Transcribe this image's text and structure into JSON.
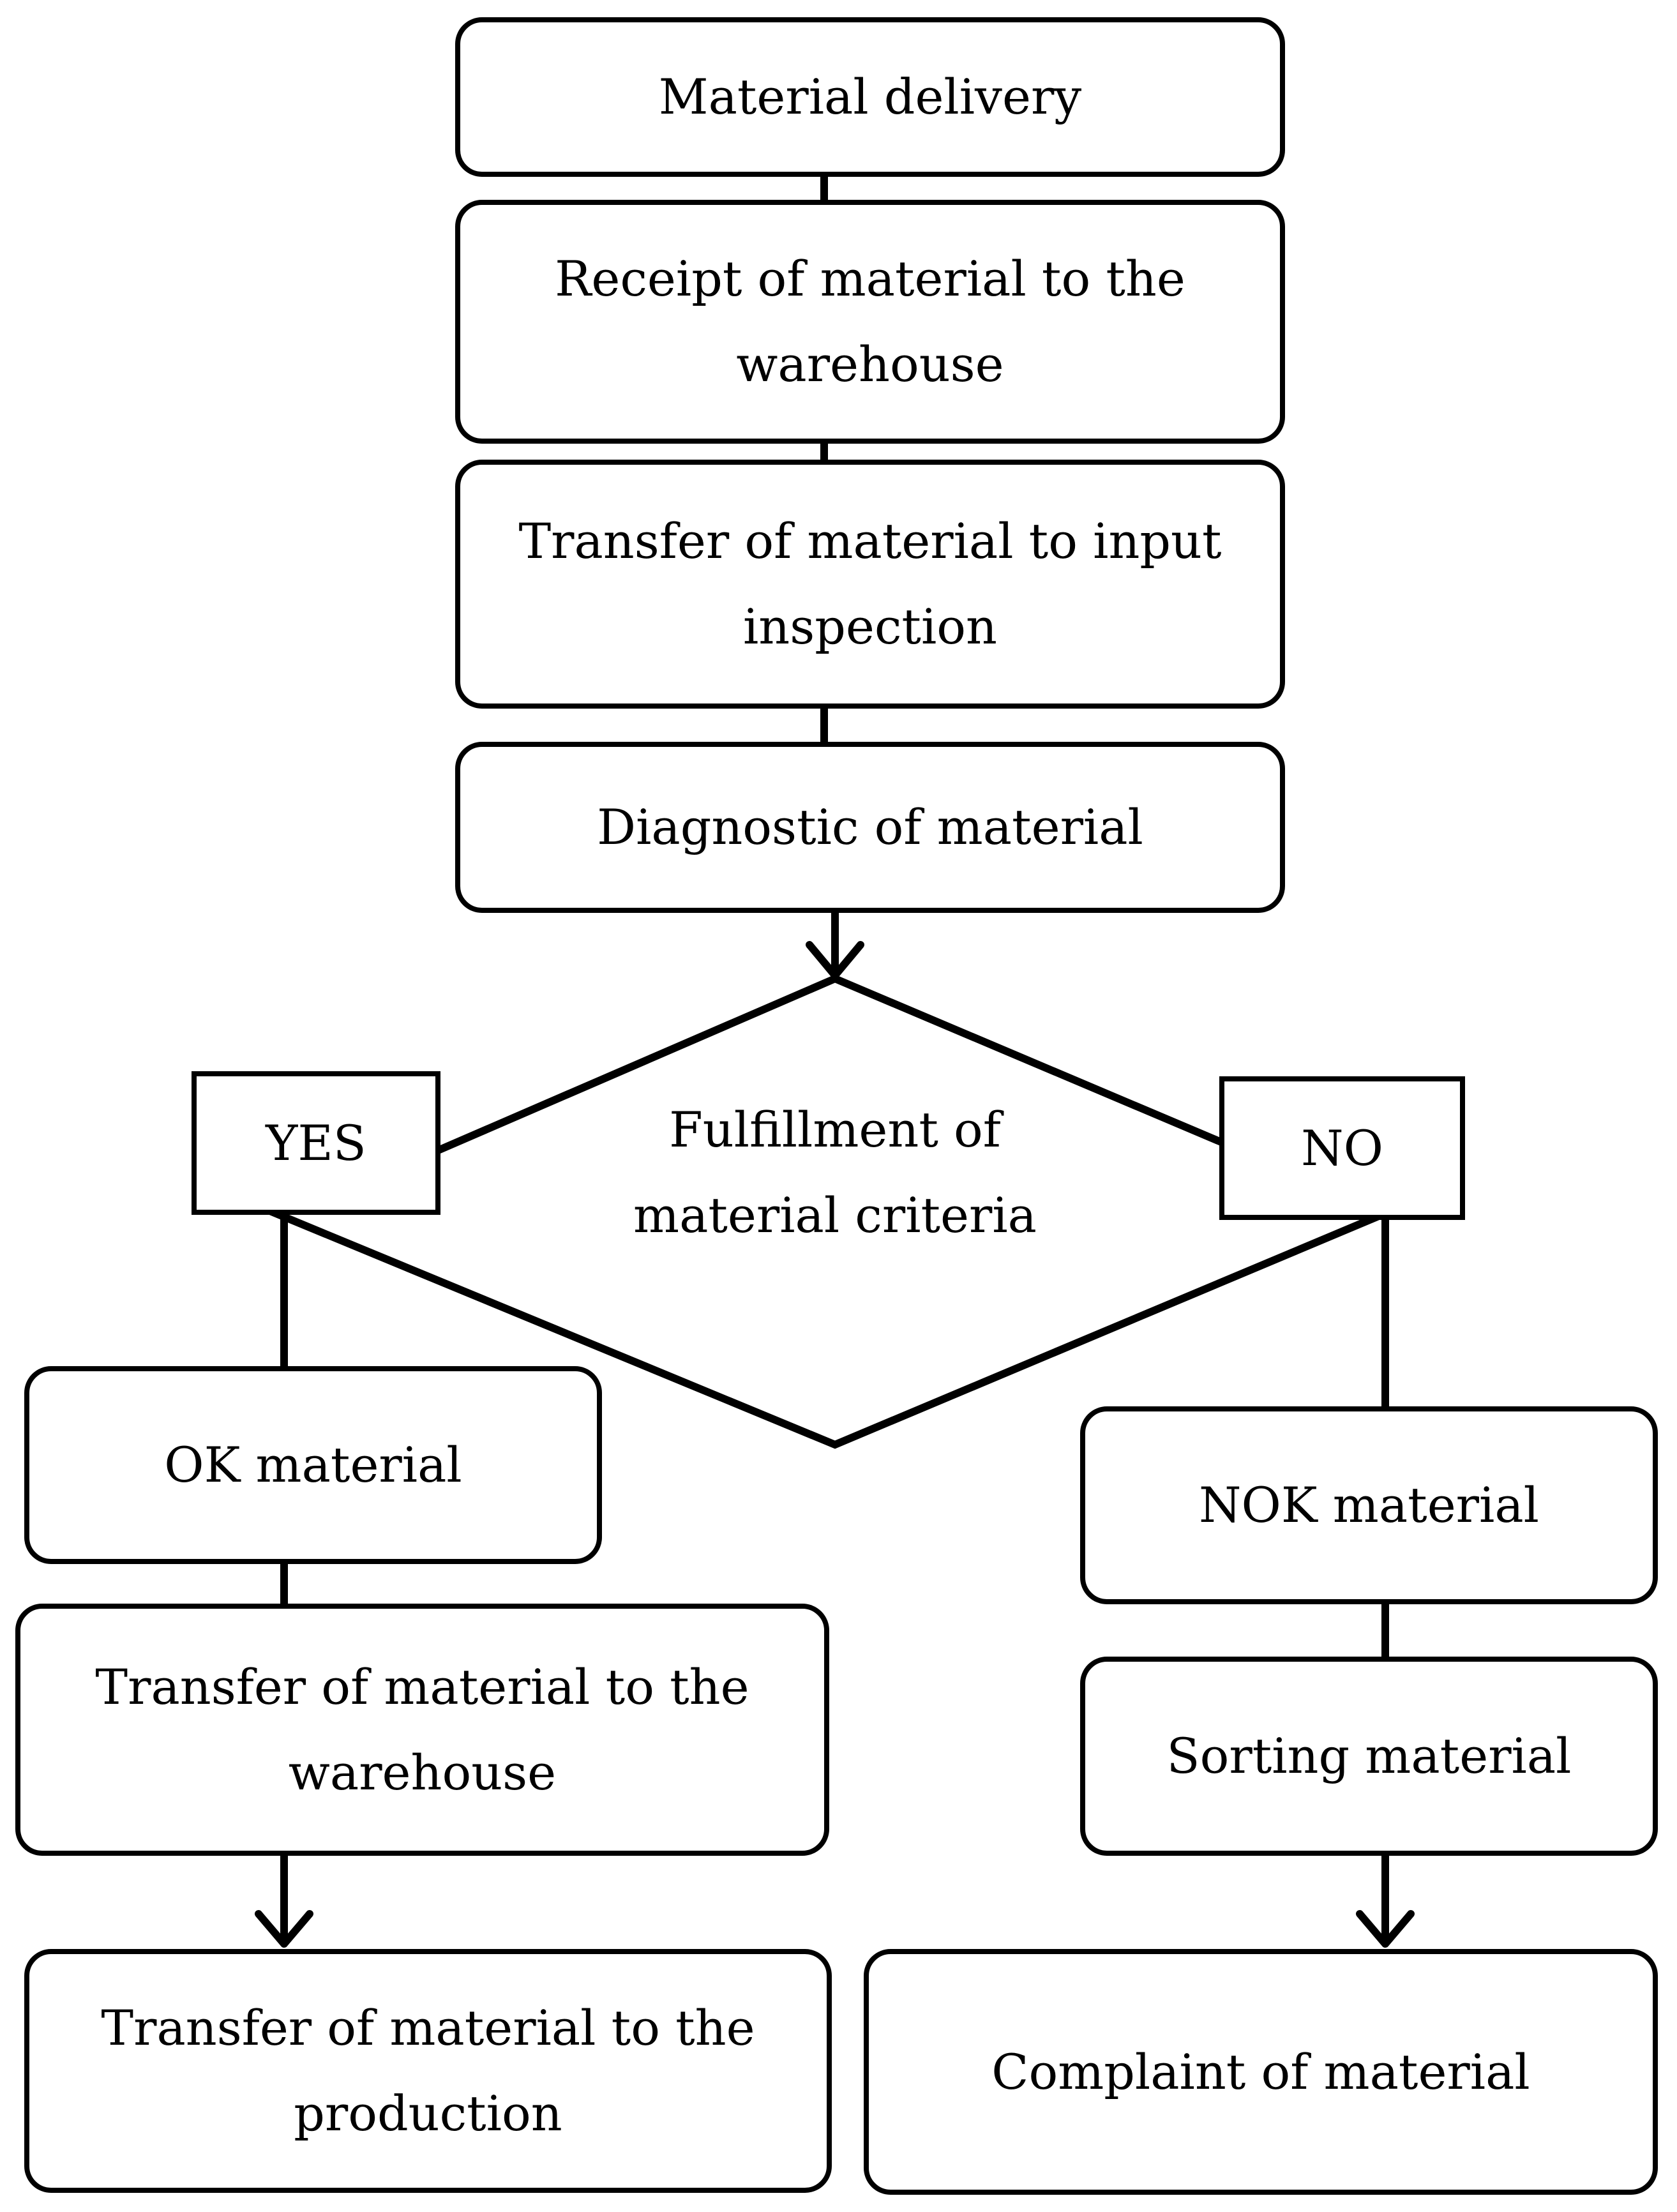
{
  "nodes": {
    "material_delivery": "Material delivery",
    "receipt": "Receipt of material to the\nwarehouse",
    "transfer_inspection": "Transfer of material to input\ninspection",
    "diagnostic": "Diagnostic of material",
    "decision": "Fulfillment of\nmaterial criteria",
    "yes": "YES",
    "no": "NO",
    "ok_material": "OK material",
    "nok_material": "NOK material",
    "transfer_warehouse": "Transfer of material to the\nwarehouse",
    "sorting": "Sorting material",
    "transfer_production": "Transfer of material to the\nproduction",
    "complaint": "Complaint of material"
  }
}
